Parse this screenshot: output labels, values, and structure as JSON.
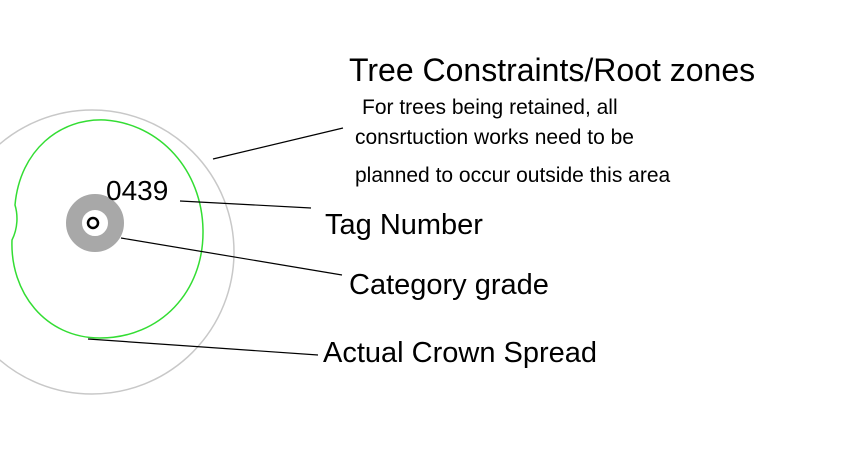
{
  "legend": {
    "title": "Tree Constraints/Root zones",
    "note_lines": [
      "For trees being retained, all",
      "consrtuction works need to be",
      "planned to occur outside this area"
    ],
    "tag_label": "Tag Number",
    "category_label": "Category grade",
    "crown_label": "Actual Crown Spread"
  },
  "tree": {
    "tag_number": "0439"
  },
  "colors": {
    "root_zone": "#c8c8c8",
    "crown": "#33dd33",
    "category_ring": "#a8a8a8",
    "leader": "#000000"
  }
}
